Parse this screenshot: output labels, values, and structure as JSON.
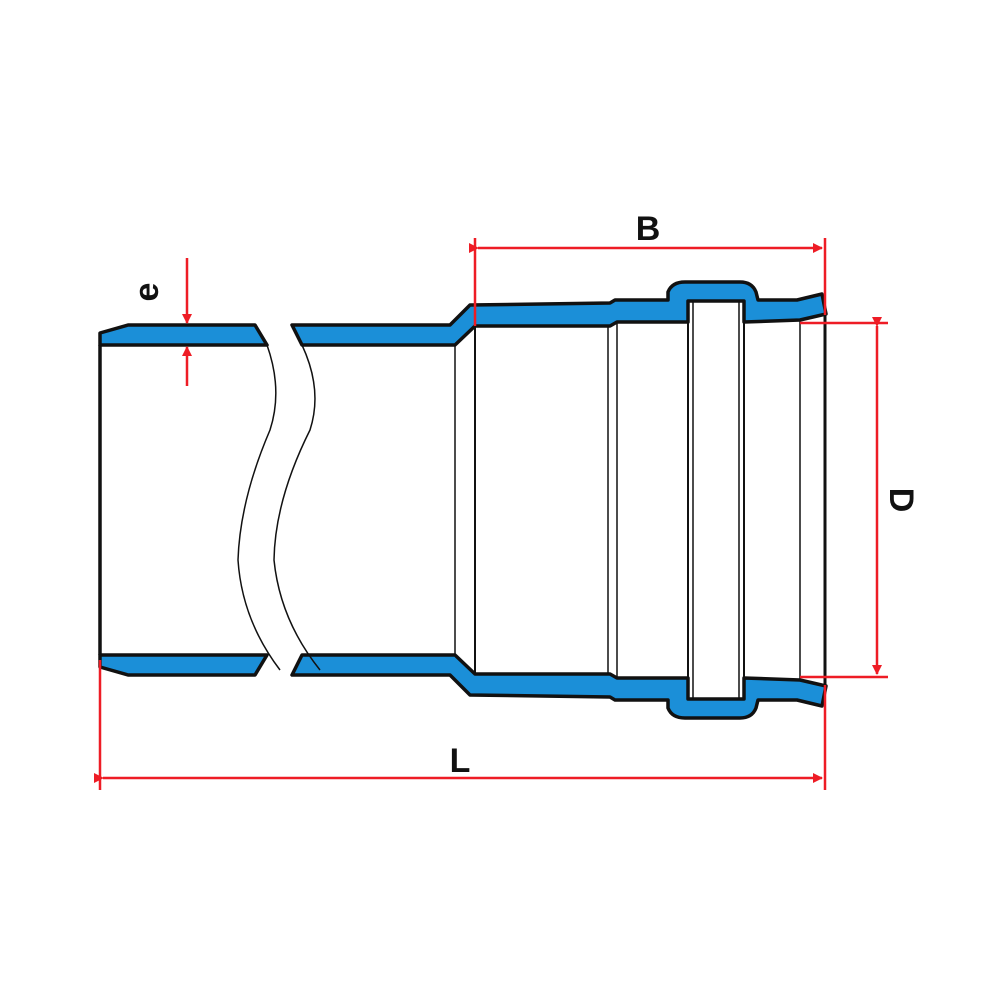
{
  "diagram": {
    "labels": {
      "B": "B",
      "D": "D",
      "L": "L",
      "e": "e"
    },
    "colors": {
      "wall": "#1b8fd8",
      "dimension": "#ee1c25",
      "outline": "#111111"
    }
  }
}
